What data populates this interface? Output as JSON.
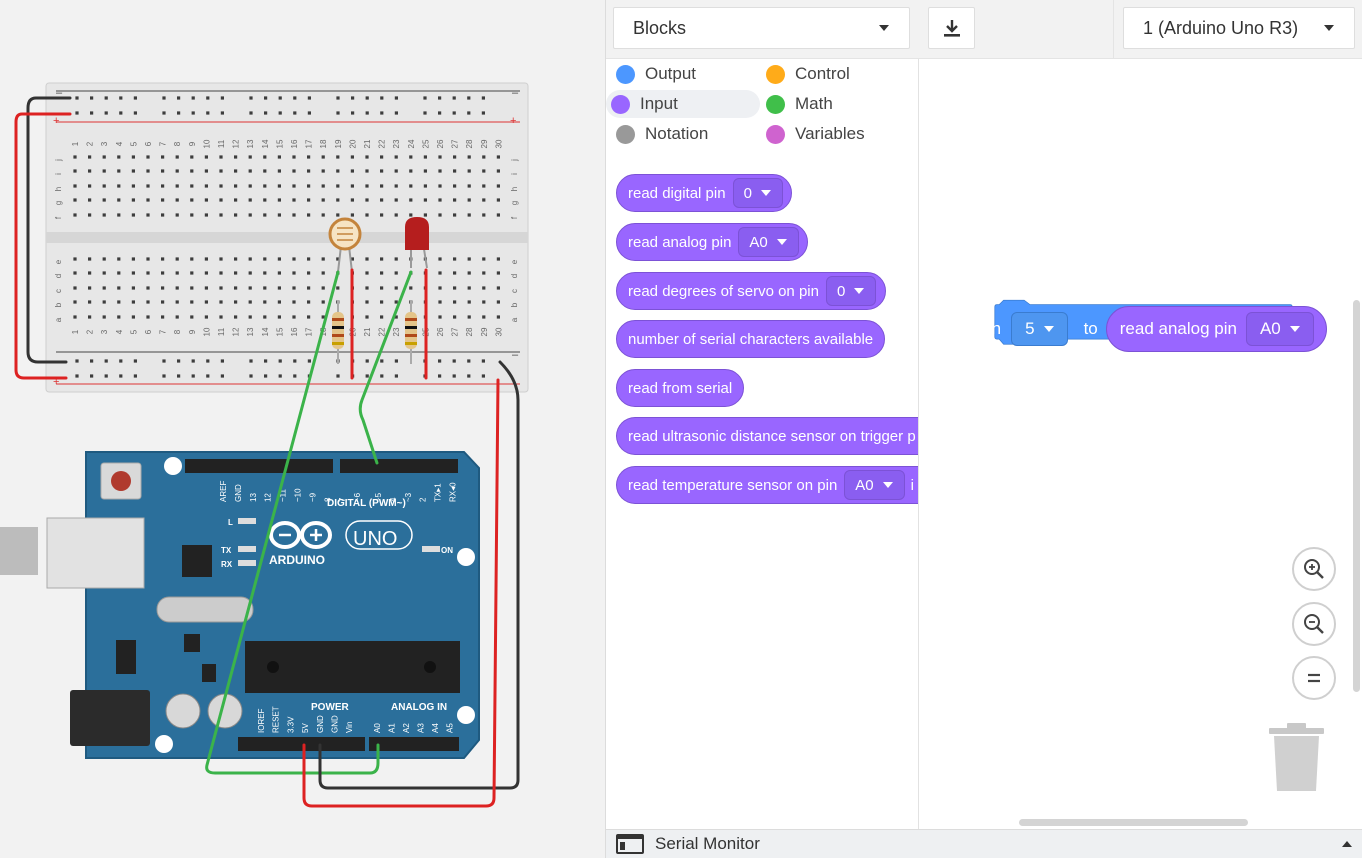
{
  "toolbar": {
    "mode_dropdown": "Blocks",
    "download_icon": "download-icon",
    "board_dropdown": "1 (Arduino Uno R3)"
  },
  "categories": [
    {
      "label": "Output",
      "color": "#4c97ff"
    },
    {
      "label": "Control",
      "color": "#ffab19"
    },
    {
      "label": "Input",
      "color": "#9966ff",
      "selected": true
    },
    {
      "label": "Math",
      "color": "#40bf4a"
    },
    {
      "label": "Notation",
      "color": "#999999"
    },
    {
      "label": "Variables",
      "color": "#cf63cf"
    }
  ],
  "flyout_blocks": [
    {
      "text": "read digital pin",
      "value": "0"
    },
    {
      "text": "read analog pin",
      "value": "A0"
    },
    {
      "text": "read degrees of servo on pin",
      "value": "0"
    },
    {
      "text": "number of serial characters available"
    },
    {
      "text": "read from serial"
    },
    {
      "text": "read ultrasonic distance sensor on trigger p"
    },
    {
      "text": "read temperature sensor on pin",
      "value": "A0",
      "tail": "i"
    }
  ],
  "workspace": {
    "set_block": {
      "label": "set pin",
      "pin_value": "5",
      "to_label": "to",
      "reporter_label": "read analog pin",
      "reporter_value": "A0",
      "color": "#4c97ff"
    },
    "zoom_in_icon": "zoom-in-icon",
    "zoom_out_icon": "zoom-out-icon",
    "zoom_reset_icon": "zoom-reset-icon",
    "trash_icon": "trash-icon"
  },
  "serial_monitor": {
    "label": "Serial Monitor"
  },
  "circuit": {
    "breadboard_columns": [
      "1",
      "2",
      "3",
      "4",
      "5",
      "6",
      "7",
      "8",
      "9",
      "10",
      "11",
      "12",
      "13",
      "14",
      "15",
      "16",
      "17",
      "18",
      "19",
      "20",
      "21",
      "22",
      "23",
      "24",
      "25",
      "26",
      "27",
      "28",
      "29",
      "30"
    ],
    "breadboard_rows_top": [
      "j",
      "i",
      "h",
      "g",
      "f"
    ],
    "breadboard_rows_bottom": [
      "e",
      "d",
      "c",
      "b",
      "a"
    ],
    "arduino": {
      "brand": "ARDUINO",
      "model": "UNO",
      "digital_header": "DIGITAL (PWM~)",
      "digital_pins": [
        "AREF",
        "GND",
        "13",
        "12",
        "~11",
        "~10",
        "~9",
        "8",
        "7",
        "~6",
        "~5",
        "4",
        "~3",
        "2",
        "TX▸1",
        "RX◂0"
      ],
      "power_header": "POWER",
      "power_pins": [
        "IOREF",
        "RESET",
        "3.3V",
        "5V",
        "GND",
        "GND",
        "Vin"
      ],
      "analog_header": "ANALOG IN",
      "analog_pins": [
        "A0",
        "A1",
        "A2",
        "A3",
        "A4",
        "A5"
      ],
      "led_labels": [
        "L",
        "TX",
        "RX",
        "ON"
      ]
    }
  }
}
